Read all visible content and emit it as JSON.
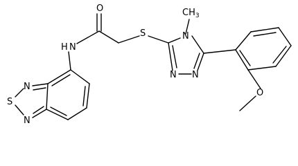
{
  "structure": {
    "atoms": {
      "o_carbonyl": "O",
      "n_amide": "N",
      "h_amide": "H",
      "s_thioether": "S",
      "n_triazole_4": "N",
      "methyl": "CH",
      "methyl_sub": "3",
      "n_triazole_1": "N",
      "n_triazole_2": "N",
      "n_bt_1": "N",
      "s_bt": "S",
      "n_bt_3": "N",
      "o_methoxy": "O"
    }
  },
  "colors": {
    "ink": "#000000",
    "background": "#ffffff"
  }
}
